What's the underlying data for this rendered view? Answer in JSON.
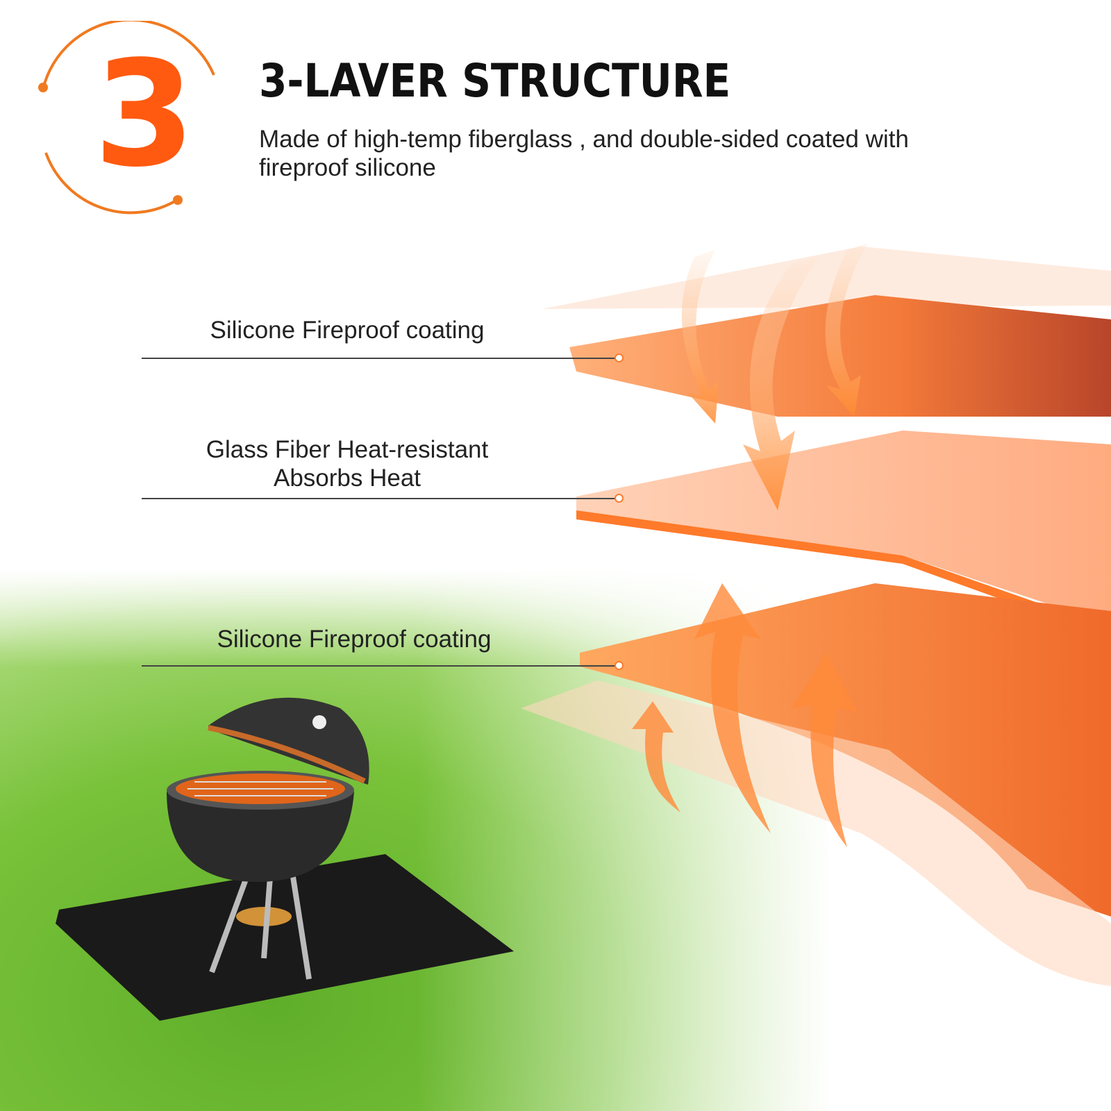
{
  "badge": {
    "number": "3"
  },
  "header": {
    "title": "3-LAVER STRUCTURE",
    "subtitle": "Made of high-temp fiberglass , and double-sided coated with fireproof silicone"
  },
  "layers": [
    {
      "label": "Silicone Fireproof coating"
    },
    {
      "label_line1": "Glass Fiber Heat-resistant",
      "label_line2": "Absorbs Heat"
    },
    {
      "label": "Silicone Fireproof coating"
    }
  ],
  "colors": {
    "accent": "#ff5a10",
    "line": "#444444"
  }
}
